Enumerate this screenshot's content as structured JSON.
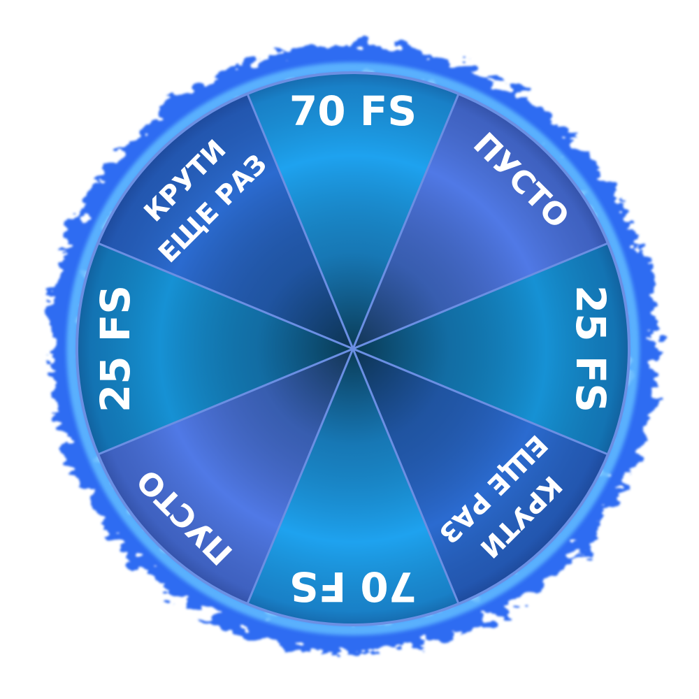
{
  "wheel": {
    "colors": {
      "ring": "#2f6cf2",
      "ring_light": "#5fb8ff",
      "divider": "#6b8fe3",
      "center": "#0b3a55"
    },
    "segments": [
      {
        "lines": [
          "70 FS"
        ],
        "color": "#1ea2ef",
        "size": 58
      },
      {
        "lines": [
          "ПУСТО"
        ],
        "color": "#5079e6",
        "size": 44
      },
      {
        "lines": [
          "25 FS"
        ],
        "color": "#1691d4",
        "size": 58
      },
      {
        "lines": [
          "КРУТИ",
          "ЕЩЕ РАЗ"
        ],
        "color": "#2b6bd0",
        "size": 38
      },
      {
        "lines": [
          "70 FS"
        ],
        "color": "#1ea2ef",
        "size": 58
      },
      {
        "lines": [
          "ПУСТО"
        ],
        "color": "#5079e6",
        "size": 44
      },
      {
        "lines": [
          "25 FS"
        ],
        "color": "#1691d4",
        "size": 58
      },
      {
        "lines": [
          "КРУТИ",
          "ЕЩЕ РАЗ"
        ],
        "color": "#2b6bd0",
        "size": 38
      }
    ]
  }
}
